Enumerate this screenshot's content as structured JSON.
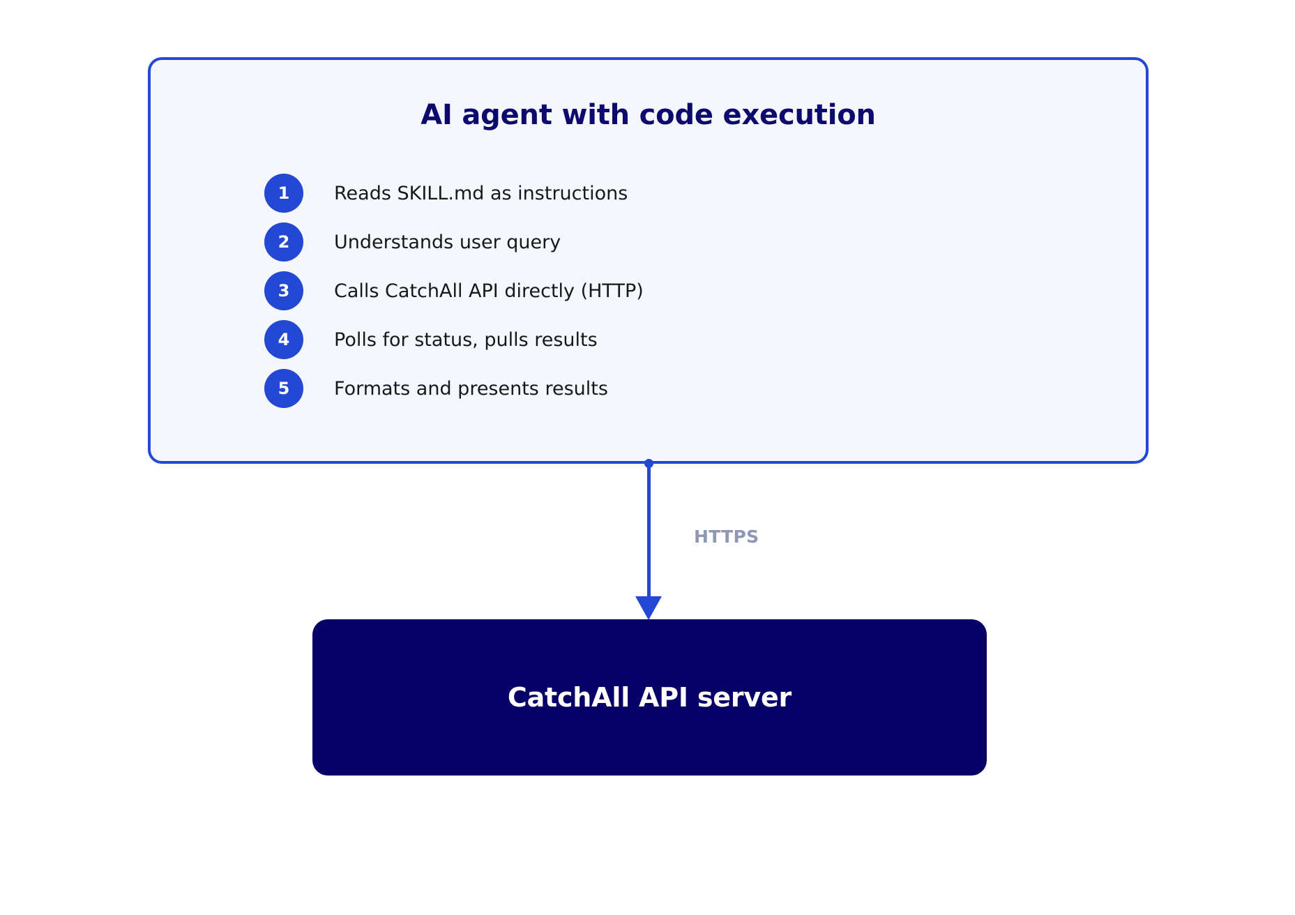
{
  "diagram": {
    "agent_box": {
      "title": "AI agent with code execution",
      "background_color": "#f5f7fc",
      "border_color": "#2348d4",
      "title_color": "#0d0a6e",
      "steps": [
        {
          "number": "1",
          "label": "Reads SKILL.md as instructions"
        },
        {
          "number": "2",
          "label": "Understands user query"
        },
        {
          "number": "3",
          "label": "Calls CatchAll API directly (HTTP)"
        },
        {
          "number": "4",
          "label": "Polls for status, pulls results"
        },
        {
          "number": "5",
          "label": "Formats and presents results"
        }
      ],
      "badge_color": "#2348d4",
      "badge_text_color": "#ffffff"
    },
    "connector": {
      "label": "HTTPS",
      "label_color": "#8f97b2",
      "line_color": "#2348d4",
      "direction": "down"
    },
    "server_box": {
      "title": "CatchAll API server",
      "background_color": "#070066",
      "title_color": "#ffffff"
    }
  }
}
